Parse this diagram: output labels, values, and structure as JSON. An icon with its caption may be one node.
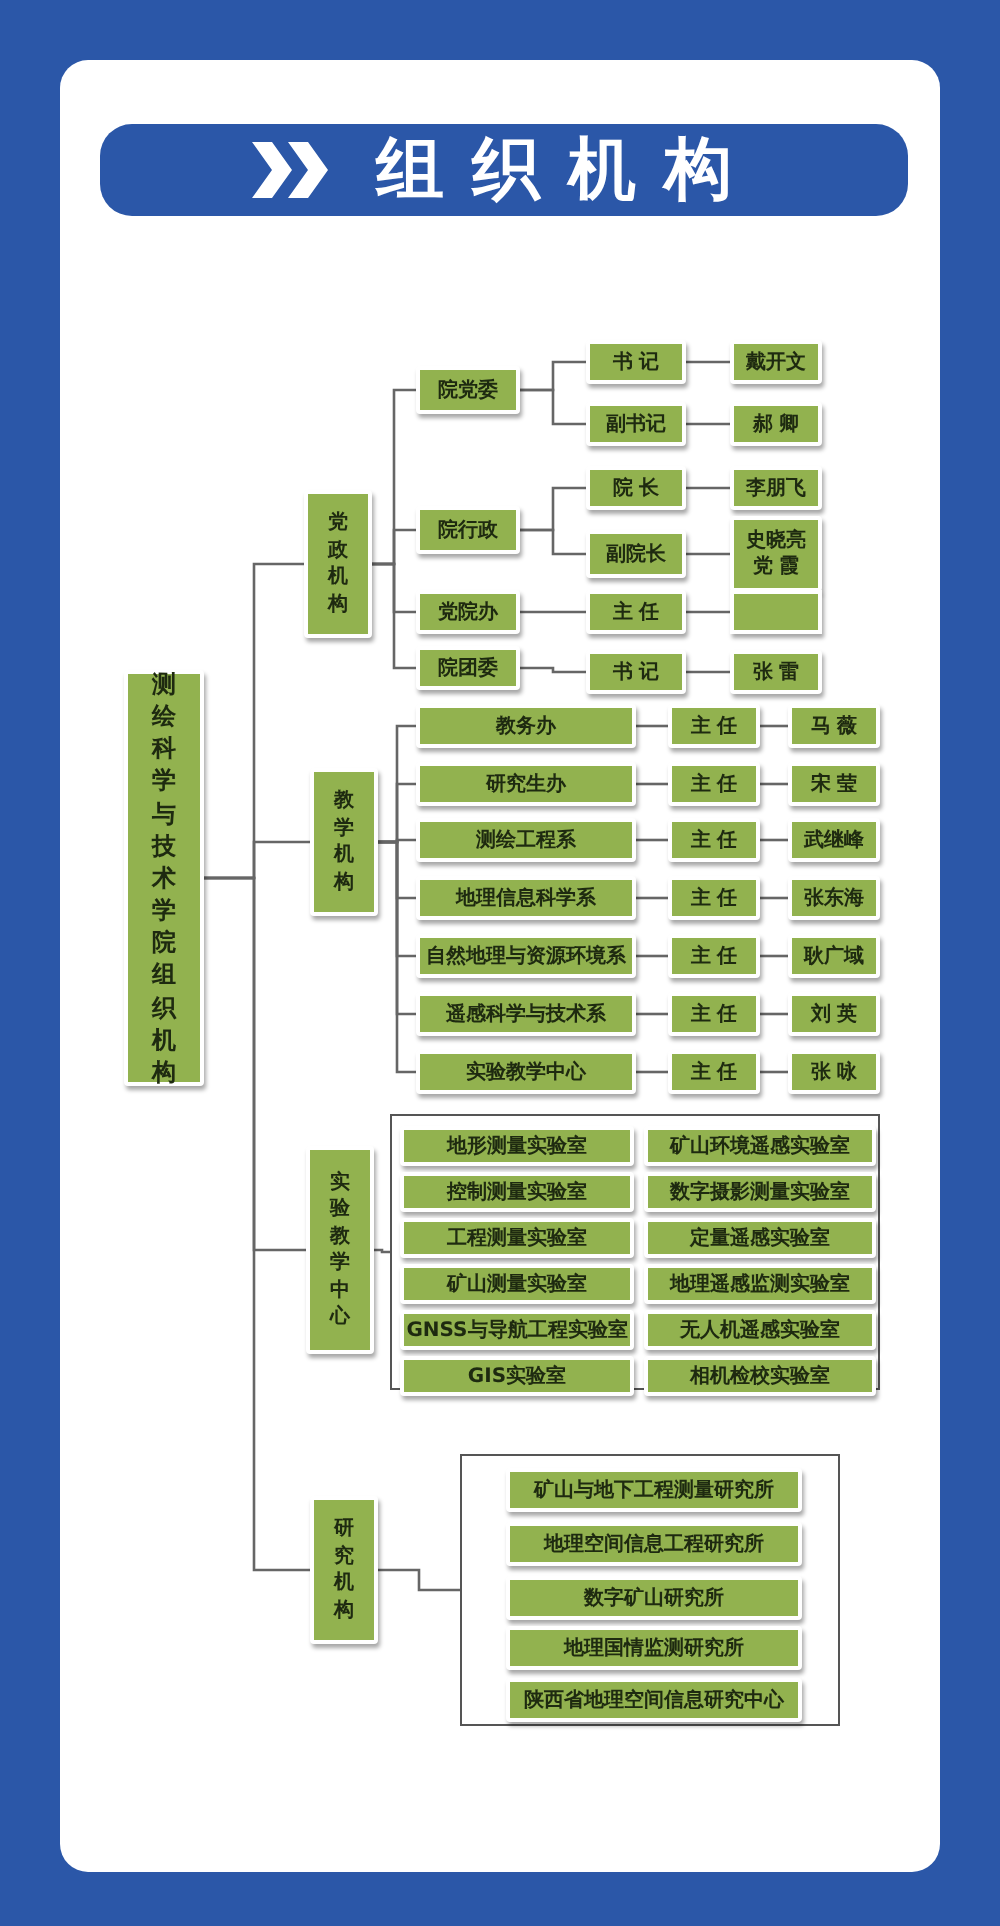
{
  "diagram": {
    "title": "组织机构",
    "nodes": [
      {
        "text": [
          "测绘科学与技术学院组织机构"
        ]
      },
      {
        "text": [
          "党政机构"
        ]
      },
      {
        "text": [
          "院党委"
        ]
      },
      {
        "text": [
          "书 记"
        ]
      },
      {
        "text": [
          "戴开文"
        ]
      },
      {
        "text": [
          "副书记"
        ]
      },
      {
        "text": [
          "郝 卿"
        ]
      },
      {
        "text": [
          "院行政"
        ]
      },
      {
        "text": [
          "院 长"
        ]
      },
      {
        "text": [
          "李朋飞"
        ]
      },
      {
        "text": [
          "副院长"
        ]
      },
      {
        "text": [
          "史晓亮",
          "党 霞"
        ]
      },
      {
        "text": [
          "党院办"
        ]
      },
      {
        "text": [
          "主 任"
        ]
      },
      {
        "text": [],
        "shape": "box"
      },
      {
        "text": [
          "院团委"
        ]
      },
      {
        "text": [
          "书 记"
        ]
      },
      {
        "text": [
          "张 雷"
        ]
      },
      {
        "text": [
          "教学机构"
        ]
      },
      {
        "text": [
          "教务办"
        ]
      },
      {
        "text": [
          "主 任"
        ]
      },
      {
        "text": [
          "马 薇"
        ]
      },
      {
        "text": [
          "研究生办"
        ]
      },
      {
        "text": [
          "主 任"
        ]
      },
      {
        "text": [
          "宋 莹"
        ]
      },
      {
        "text": [
          "测绘工程系"
        ]
      },
      {
        "text": [
          "主 任"
        ]
      },
      {
        "text": [
          "武继峰"
        ]
      },
      {
        "text": [
          "地理信息科学系"
        ]
      },
      {
        "text": [
          "主 任"
        ]
      },
      {
        "text": [
          "张东海"
        ]
      },
      {
        "text": [
          "自然地理与资源环境系"
        ]
      },
      {
        "text": [
          "主 任"
        ]
      },
      {
        "text": [
          "耿广域"
        ]
      },
      {
        "text": [
          "遥感科学与技术系"
        ]
      },
      {
        "text": [
          "主 任"
        ]
      },
      {
        "text": [
          "刘 英"
        ]
      },
      {
        "text": [
          "实验教学中心"
        ]
      },
      {
        "text": [
          "主 任"
        ]
      },
      {
        "text": [
          "张 咏"
        ]
      },
      {
        "text": [
          "实验教学中心"
        ]
      },
      {
        "text": [],
        "shape": "box"
      },
      {
        "text": [
          "地形测量实验室"
        ],
        "in": 41
      },
      {
        "text": [
          "矿山环境遥感实验室"
        ],
        "in": 41
      },
      {
        "text": [
          "控制测量实验室"
        ],
        "in": 41
      },
      {
        "text": [
          "数字摄影测量实验室"
        ],
        "in": 41
      },
      {
        "text": [
          "工程测量实验室"
        ],
        "in": 41
      },
      {
        "text": [
          "定量遥感实验室"
        ],
        "in": 41
      },
      {
        "text": [
          "矿山测量实验室"
        ],
        "in": 41
      },
      {
        "text": [
          "地理遥感监测实验室"
        ],
        "in": 41
      },
      {
        "text": [
          "GNSS与导航工程实验室"
        ],
        "in": 41
      },
      {
        "text": [
          "无人机遥感实验室"
        ],
        "in": 41
      },
      {
        "text": [
          "GIS实验室"
        ],
        "in": 41
      },
      {
        "text": [
          "相机检校实验室"
        ],
        "in": 41
      },
      {
        "text": [
          "研究机构"
        ]
      },
      {
        "text": [],
        "shape": "box"
      },
      {
        "text": [
          "矿山与地下工程测量研究所"
        ],
        "in": 55
      },
      {
        "text": [
          "地理空间信息工程研究所"
        ],
        "in": 55
      },
      {
        "text": [
          "数字矿山研究所"
        ],
        "in": 55
      },
      {
        "text": [
          "地理国情监测研究所"
        ],
        "in": 55
      },
      {
        "text": [
          "陕西省地理空间信息研究中心"
        ],
        "in": 55
      }
    ],
    "edges": [
      {
        "from": 0,
        "to": 1,
        "arrow": "none"
      },
      {
        "from": 0,
        "to": 18,
        "arrow": "none"
      },
      {
        "from": 0,
        "to": 40,
        "arrow": "none"
      },
      {
        "from": 0,
        "to": 54,
        "arrow": "none"
      },
      {
        "from": 1,
        "to": 2,
        "arrow": "none"
      },
      {
        "from": 1,
        "to": 7,
        "arrow": "none"
      },
      {
        "from": 1,
        "to": 12,
        "arrow": "none"
      },
      {
        "from": 1,
        "to": 15,
        "arrow": "none"
      },
      {
        "from": 2,
        "to": 3,
        "arrow": "none"
      },
      {
        "from": 2,
        "to": 5,
        "arrow": "none"
      },
      {
        "from": 3,
        "to": 4,
        "arrow": "none"
      },
      {
        "from": 5,
        "to": 6,
        "arrow": "none"
      },
      {
        "from": 7,
        "to": 8,
        "arrow": "none"
      },
      {
        "from": 7,
        "to": 10,
        "arrow": "none"
      },
      {
        "from": 8,
        "to": 9,
        "arrow": "none"
      },
      {
        "from": 10,
        "to": 11,
        "arrow": "none"
      },
      {
        "from": 12,
        "to": 13,
        "arrow": "none"
      },
      {
        "from": 13,
        "to": 14,
        "arrow": "none"
      },
      {
        "from": 15,
        "to": 16,
        "arrow": "none"
      },
      {
        "from": 16,
        "to": 17,
        "arrow": "none"
      },
      {
        "from": 18,
        "to": 19,
        "arrow": "none"
      },
      {
        "from": 18,
        "to": 22,
        "arrow": "none"
      },
      {
        "from": 18,
        "to": 25,
        "arrow": "none"
      },
      {
        "from": 18,
        "to": 28,
        "arrow": "none"
      },
      {
        "from": 18,
        "to": 31,
        "arrow": "none"
      },
      {
        "from": 18,
        "to": 34,
        "arrow": "none"
      },
      {
        "from": 18,
        "to": 37,
        "arrow": "none"
      },
      {
        "from": 19,
        "to": 20,
        "arrow": "none"
      },
      {
        "from": 20,
        "to": 21,
        "arrow": "none"
      },
      {
        "from": 22,
        "to": 23,
        "arrow": "none"
      },
      {
        "from": 23,
        "to": 24,
        "arrow": "none"
      },
      {
        "from": 25,
        "to": 26,
        "arrow": "none"
      },
      {
        "from": 26,
        "to": 27,
        "arrow": "none"
      },
      {
        "from": 28,
        "to": 29,
        "arrow": "none"
      },
      {
        "from": 29,
        "to": 30,
        "arrow": "none"
      },
      {
        "from": 31,
        "to": 32,
        "arrow": "none"
      },
      {
        "from": 32,
        "to": 33,
        "arrow": "none"
      },
      {
        "from": 34,
        "to": 35,
        "arrow": "none"
      },
      {
        "from": 35,
        "to": 36,
        "arrow": "none"
      },
      {
        "from": 37,
        "to": 38,
        "arrow": "none"
      },
      {
        "from": 38,
        "to": 39,
        "arrow": "none"
      },
      {
        "from": 40,
        "to": 41,
        "arrow": "none"
      },
      {
        "from": 54,
        "to": 55,
        "arrow": "none"
      }
    ]
  }
}
